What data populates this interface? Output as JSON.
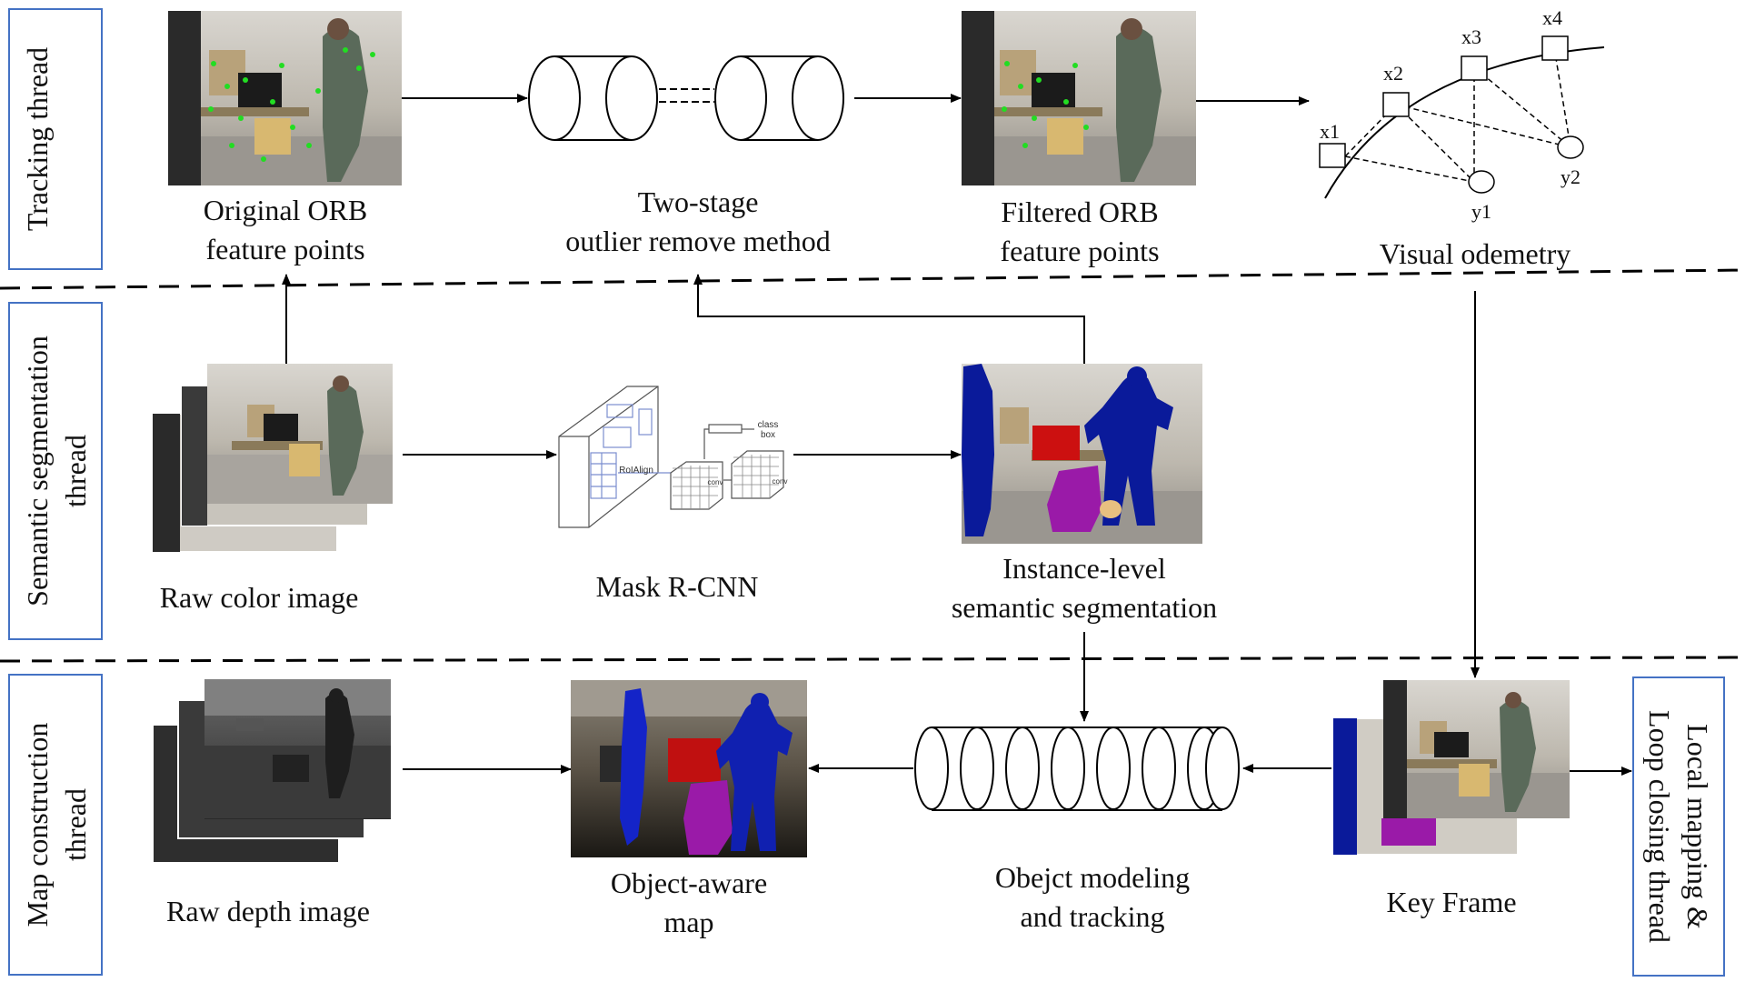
{
  "threads": {
    "tracking": "Tracking thread",
    "semantic_line1": "Semantic segmentation",
    "semantic_line2": "thread",
    "map_line1": "Map construction",
    "map_line2": "thread",
    "local_line1": "Local mapping &",
    "local_line2": "Loop closing thread"
  },
  "tracking": {
    "orig_line1": "Original ORB",
    "orig_line2": "feature points",
    "two_stage_line1": "Two-stage",
    "two_stage_line2": "outlier remove method",
    "filtered_line1": "Filtered ORB",
    "filtered_line2": "feature points",
    "visual_odometry": "Visual odemetry",
    "vo_nodes": [
      "x1",
      "x2",
      "x3",
      "x4",
      "y1",
      "y2"
    ]
  },
  "semantic": {
    "raw_color": "Raw color image",
    "mask_rcnn": "Mask R-CNN",
    "roialign": "RoIAlign",
    "conv": "conv",
    "class": "class",
    "box": "box",
    "instance_line1": "Instance-level",
    "instance_line2": "semantic segmentation"
  },
  "map": {
    "raw_depth": "Raw depth image",
    "object_map_line1": "Object-aware",
    "object_map_line2": "map",
    "modeling_line1": "Obejct modeling",
    "modeling_line2": "and tracking",
    "key_frame": "Key Frame"
  },
  "colors": {
    "thread_border": "#4472c4",
    "seg_blue": "#0a1a9a",
    "seg_red": "#cc1010",
    "seg_purple": "#9a1aa8",
    "orb_green": "#22dd22"
  }
}
